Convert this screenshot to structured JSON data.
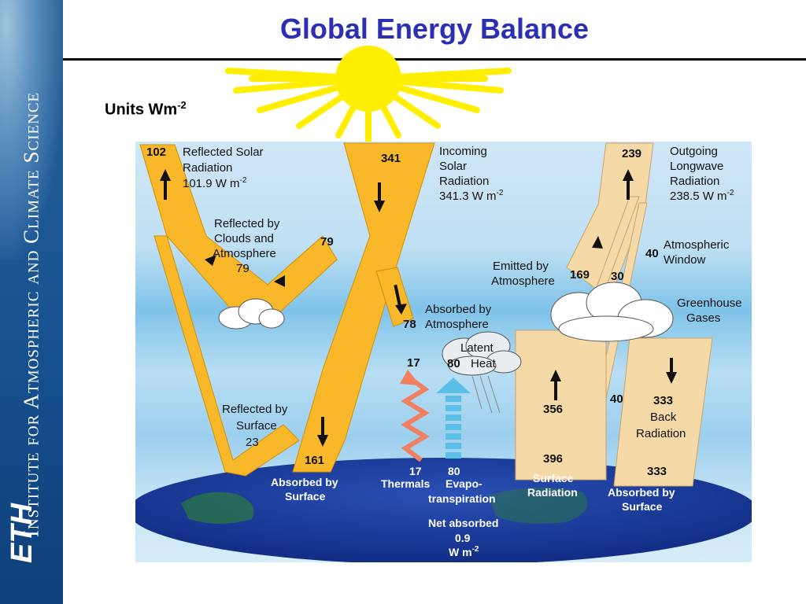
{
  "slide": {
    "title": "Global Energy Balance",
    "units_text": "Units Wm",
    "units_exp": "-2"
  },
  "sidebar": {
    "institute_text": "Institute for Atmospheric and Climate Science",
    "logo_text": "ETH"
  },
  "diagram": {
    "reflected_solar": {
      "value": "102",
      "label1": "Reflected Solar",
      "label2": "Radiation",
      "label3": "101.9 W m",
      "label3_exp": "-2"
    },
    "incoming_solar": {
      "value": "341",
      "label1": "Incoming",
      "label2": "Solar",
      "label3": "Radiation",
      "label4": "341.3 W m",
      "label4_exp": "-2"
    },
    "outgoing_longwave": {
      "value": "239",
      "label1": "Outgoing",
      "label2": "Longwave",
      "label3": "Radiation",
      "label4": "238.5 W m",
      "label4_exp": "-2"
    },
    "reflected_clouds": {
      "value": "79",
      "label1": "Reflected by",
      "label2": "Clouds and",
      "label3": "Atmosphere",
      "label4": "79"
    },
    "absorbed_atmosphere": {
      "value": "78",
      "label1": "Absorbed by",
      "label2": "Atmosphere"
    },
    "atmospheric_window": {
      "value": "40",
      "label1": "Atmospheric",
      "label2": "Window"
    },
    "emitted_atmosphere": {
      "value": "169",
      "label1": "Emitted by",
      "label2": "Atmosphere"
    },
    "window_30": {
      "value": "30"
    },
    "greenhouse": {
      "label1": "Greenhouse",
      "label2": "Gases"
    },
    "latent_heat": {
      "label1": "Latent",
      "value": "80",
      "label2": "Heat"
    },
    "thermals_top": {
      "value": "17"
    },
    "reflected_surface": {
      "label1": "Reflected by",
      "label2": "Surface",
      "value": "23"
    },
    "absorbed_surface_161": {
      "value": "161",
      "label1": "Absorbed by",
      "label2": "Surface"
    },
    "thermals": {
      "value": "17",
      "label": "Thermals"
    },
    "evapotranspiration": {
      "value": "80",
      "label1": "Evapo-",
      "label2": "transpiration"
    },
    "surface_radiation": {
      "value_up": "356",
      "value": "396",
      "label1": "Surface",
      "label2": "Radiation",
      "window_value": "40"
    },
    "back_radiation": {
      "value": "333",
      "label1": "Back",
      "label2": "Radiation"
    },
    "absorbed_surface_333": {
      "value": "333",
      "label1": "Absorbed by",
      "label2": "Surface"
    },
    "net_absorbed": {
      "label1": "Net absorbed",
      "value": "0.9",
      "label2": "W m",
      "label2_exp": "-2"
    }
  }
}
